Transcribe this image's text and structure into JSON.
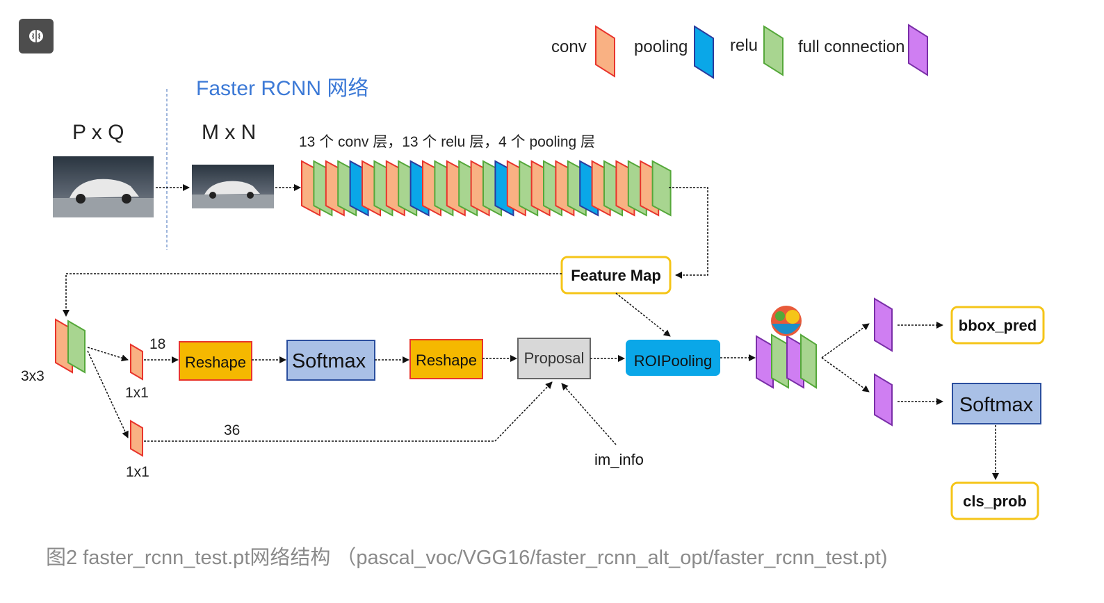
{
  "title": "Faster RCNN 网络",
  "caption": "图2 faster_rcnn_test.pt网络结构 （pascal_voc/VGG16/faster_rcnn_alt_opt/faster_rcnn_test.pt)",
  "legend": [
    {
      "label": "conv",
      "color": "#f9b183",
      "stroke": "#e8342c"
    },
    {
      "label": "pooling",
      "color": "#0aa7e8",
      "stroke": "#2a3b9e"
    },
    {
      "label": "relu",
      "color": "#a8d590",
      "stroke": "#55a83a"
    },
    {
      "label": "full connection",
      "color": "#cf7ef2",
      "stroke": "#7a2fa8"
    }
  ],
  "input_size_label": "P x Q",
  "resized_size_label": "M x N",
  "backbone_label": "13 个 conv 层，13 个 relu 层，4 个 pooling 层",
  "backbone_sequence": [
    "conv",
    "relu",
    "conv",
    "relu",
    "pooling",
    "conv",
    "relu",
    "conv",
    "relu",
    "pooling",
    "conv",
    "relu",
    "conv",
    "relu",
    "conv",
    "relu",
    "pooling",
    "conv",
    "relu",
    "conv",
    "relu",
    "conv",
    "relu",
    "pooling",
    "conv",
    "relu",
    "conv",
    "relu",
    "conv",
    "relu"
  ],
  "feature_map": "Feature Map",
  "conv3x3_label": "3x3",
  "conv1x1_top_label": "1x1",
  "conv1x1_bottom_label": "1x1",
  "channels_cls": "18",
  "channels_reg": "36",
  "reshape1": "Reshape",
  "softmax1": "Softmax",
  "reshape2": "Reshape",
  "proposal": "Proposal",
  "im_info": "im_info",
  "roi_pooling": "ROIPooling",
  "bbox_pred": "bbox_pred",
  "softmax2": "Softmax",
  "cls_prob": "cls_prob",
  "colors": {
    "reshape": "#f5b800",
    "softmax": "#a9c0e6",
    "proposal": "#d8d8d8",
    "roipool": "#0aa7e8",
    "title_blue": "#3c79d6",
    "caption_gray": "#8a8a8a",
    "yellow_border": "#f5c518"
  }
}
